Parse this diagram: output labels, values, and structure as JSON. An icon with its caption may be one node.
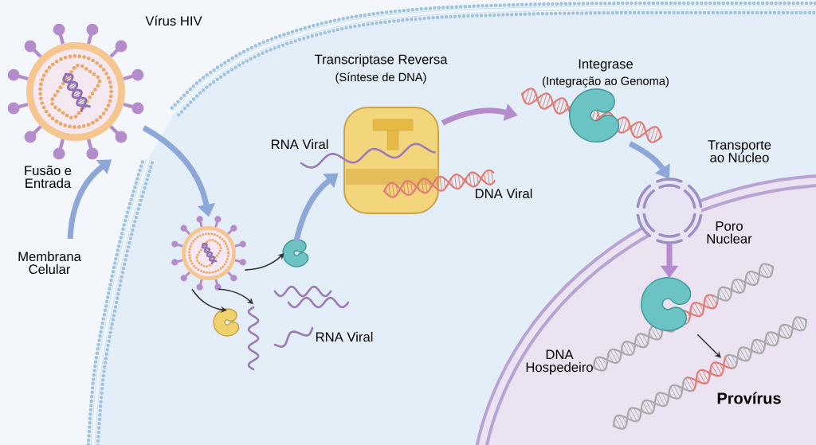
{
  "diagram": {
    "nodes": [
      {
        "text": [
          "Vírus HIV"
        ]
      },
      {
        "text": [],
        "shape": "picture"
      },
      {
        "text": [],
        "shape": "picture"
      },
      {
        "text": [],
        "shape": "picture"
      },
      {
        "text": [],
        "shape": "picture"
      },
      {
        "text": [
          "Transcriptase Reversa",
          "(Síntese de DNA)"
        ]
      },
      {
        "text": [
          "Integrase",
          "(Integração ao Genoma)"
        ]
      },
      {
        "text": [
          "Poro Nuclear"
        ]
      },
      {
        "text": [],
        "shape": "picture"
      },
      {
        "text": [
          "Provírus"
        ]
      }
    ],
    "edges": [
      {
        "from": null,
        "to": 0,
        "arrow": "to",
        "label": "Fusão e Entrada"
      },
      {
        "from": 0,
        "to": 1,
        "arrow": "to"
      },
      {
        "from": 1,
        "to": 2,
        "arrow": "to",
        "color": "#333333"
      },
      {
        "from": 1,
        "to": 3,
        "arrow": "to",
        "color": "#333333"
      },
      {
        "from": 1,
        "to": 4,
        "arrow": "to",
        "color": "#333333"
      },
      {
        "from": 2,
        "to": 5,
        "arrow": "to"
      },
      {
        "from": 5,
        "to": 6,
        "arrow": "to",
        "color": "#b48ccb"
      },
      {
        "from": 6,
        "to": 7,
        "arrow": "to",
        "label": "Transporte ao Núcleo"
      },
      {
        "from": 7,
        "to": 8,
        "arrow": "to",
        "color": "#b48ccb"
      },
      {
        "from": 8,
        "to": 9,
        "arrow": "to",
        "color": "#333333"
      }
    ],
    "labels": [
      "RNA Viral",
      "DNA Viral",
      "Membrana Celular",
      "RNA Viral",
      "DNA Hospedeiro"
    ]
  }
}
